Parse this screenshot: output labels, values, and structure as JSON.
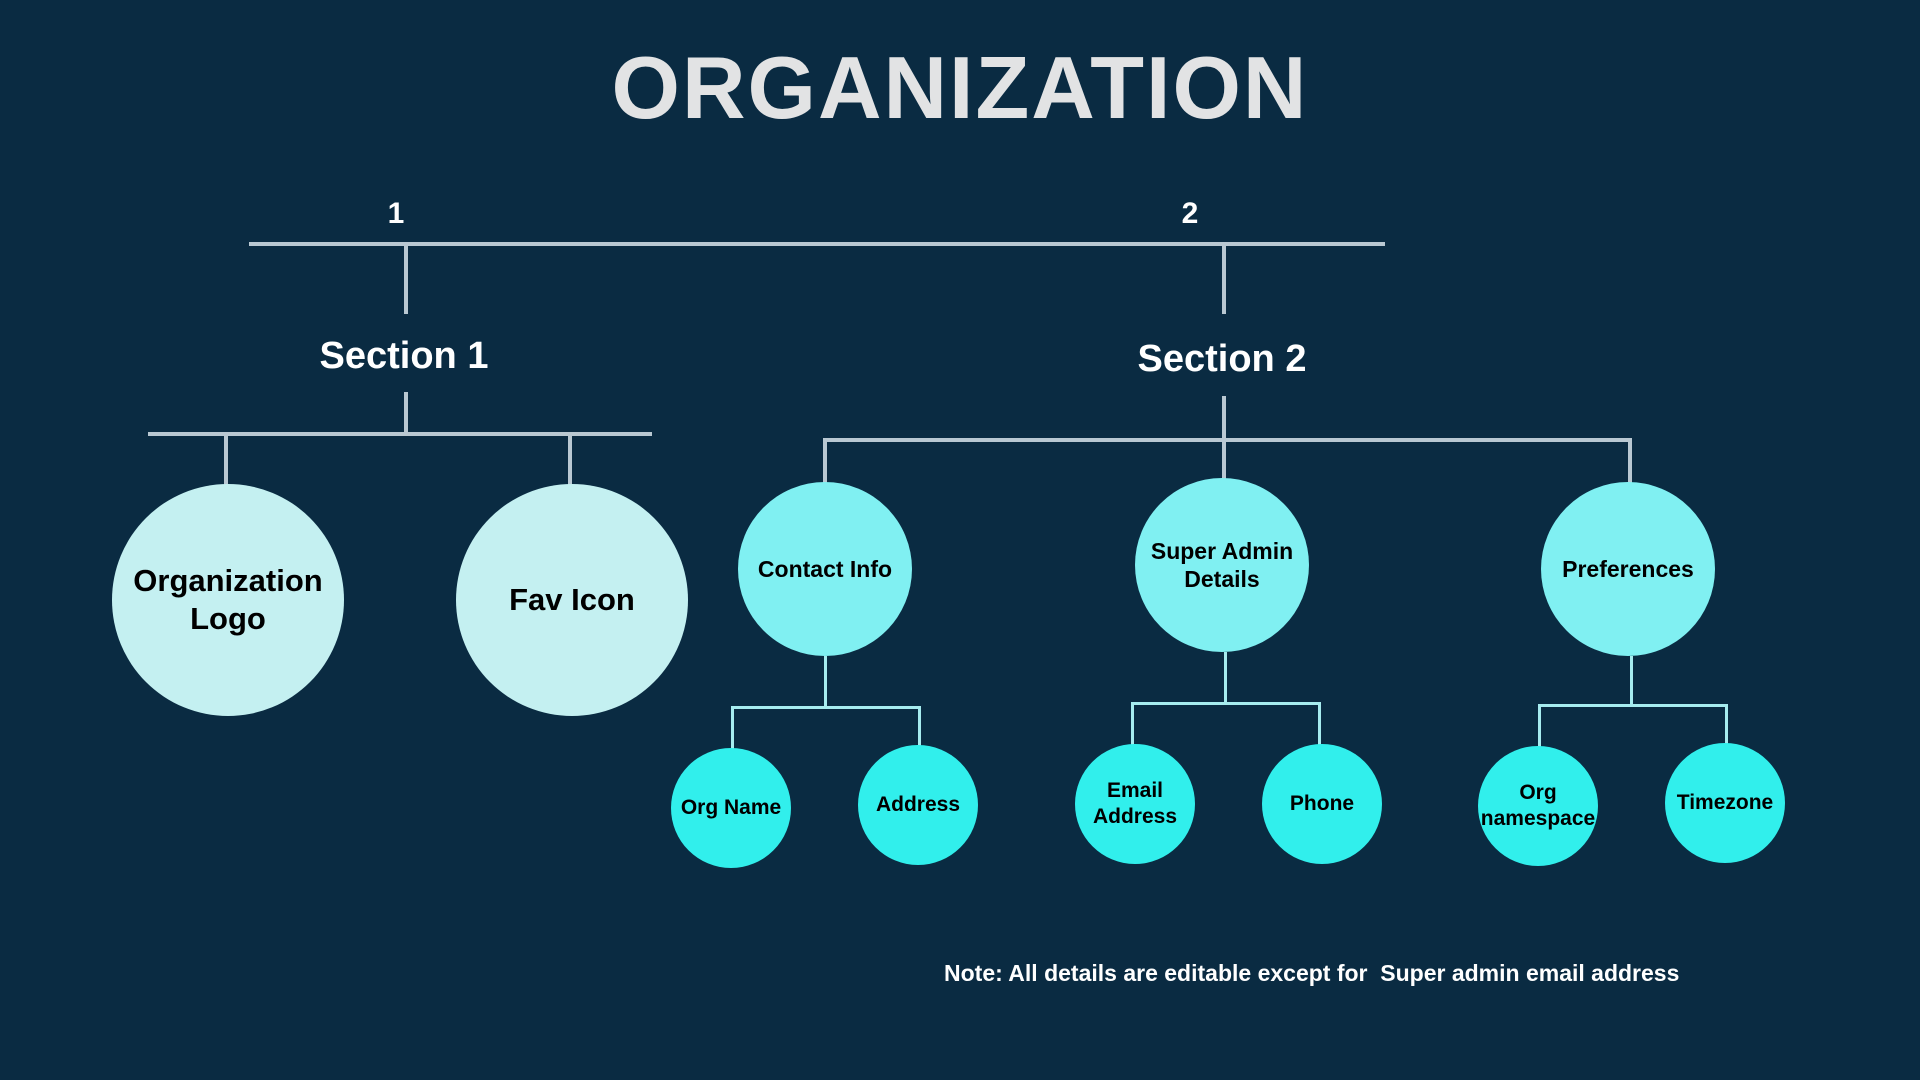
{
  "diagram": {
    "title": "ORGANIZATION",
    "note": "Note: All details are editable except for  Super admin email address",
    "colors": {
      "background": "#0a2b42",
      "title_text": "#e2e3e4",
      "connector_gray": "#b9c8d2",
      "connector_cyan": "#a6ecef",
      "node_pale": "#c4f0f1",
      "node_mid": "#80f0f2",
      "node_small": "#31efec",
      "node_text": "#000000",
      "label_text": "#ffffff"
    },
    "branches": [
      {
        "number": "1",
        "label": "Section 1"
      },
      {
        "number": "2",
        "label": "Section 2"
      }
    ],
    "section1_children": [
      {
        "label": "Organization Logo"
      },
      {
        "label": "Fav Icon"
      }
    ],
    "section2_children": [
      {
        "label": "Contact Info",
        "children": [
          {
            "label": "Org Name"
          },
          {
            "label": "Address"
          }
        ]
      },
      {
        "label": "Super Admin Details",
        "children": [
          {
            "label": "Email Address"
          },
          {
            "label": "Phone"
          }
        ]
      },
      {
        "label": "Preferences",
        "children": [
          {
            "label": "Org namespace"
          },
          {
            "label": "Timezone"
          }
        ]
      }
    ]
  }
}
